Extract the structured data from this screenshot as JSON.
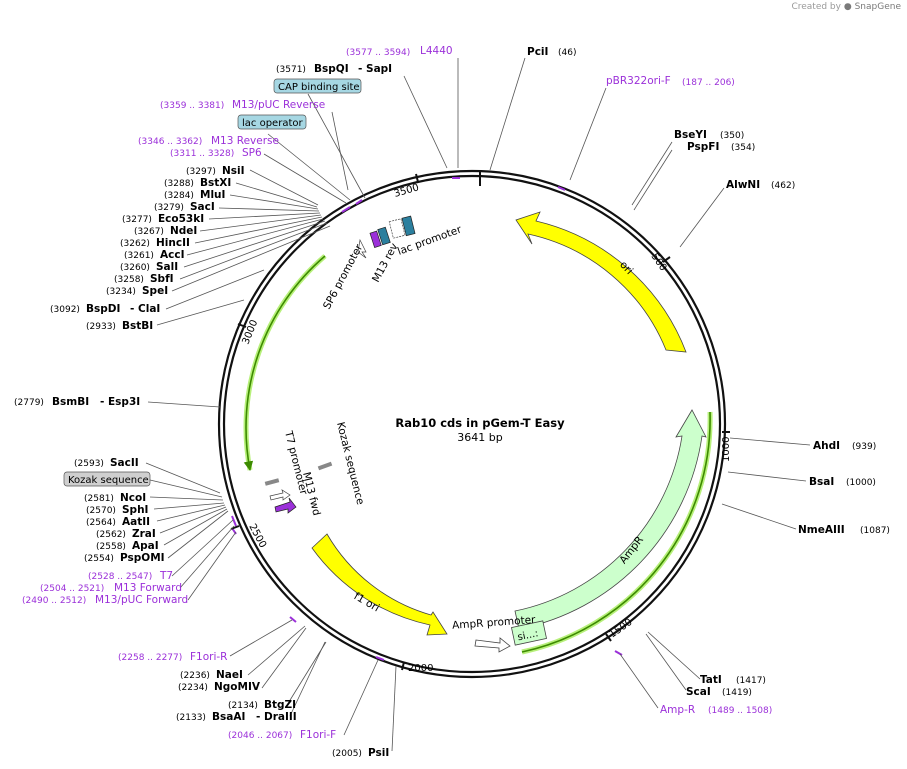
{
  "credit": {
    "prefix": "Created by",
    "brand": "SnapGene"
  },
  "plasmid": {
    "name": "Rab10 cds in pGem-T Easy",
    "length_label": "3641 bp",
    "length": 3641
  },
  "ticks": [
    "500",
    "1000",
    "1500",
    "2000",
    "2500",
    "3000",
    "3500"
  ],
  "sites": [
    {
      "name": "PciI",
      "pos": "(46)"
    },
    {
      "name": "BseYI",
      "pos": "(350)"
    },
    {
      "name": "PspFI",
      "pos": "(354)"
    },
    {
      "name": "AlwNI",
      "pos": "(462)"
    },
    {
      "name": "AhdI",
      "pos": "(939)"
    },
    {
      "name": "BsaI",
      "pos": "(1000)"
    },
    {
      "name": "NmeAIII",
      "pos": "(1087)"
    },
    {
      "name": "TatI",
      "pos": "(1417)"
    },
    {
      "name": "ScaI",
      "pos": "(1419)"
    },
    {
      "name": "PsiI",
      "pos": "(2005)"
    },
    {
      "name": "BsaAI",
      "name2": "- DraIII",
      "pos": "(2133)"
    },
    {
      "name": "BtgZI",
      "pos": "(2134)"
    },
    {
      "name": "NgoMIV",
      "pos": "(2234)"
    },
    {
      "name": "NaeI",
      "pos": "(2236)"
    },
    {
      "name": "PspOMI",
      "pos": "(2554)"
    },
    {
      "name": "ApaI",
      "pos": "(2558)"
    },
    {
      "name": "ZraI",
      "pos": "(2562)"
    },
    {
      "name": "AatII",
      "pos": "(2564)"
    },
    {
      "name": "SphI",
      "pos": "(2570)"
    },
    {
      "name": "NcoI",
      "pos": "(2581)"
    },
    {
      "name": "SacII",
      "pos": "(2593)"
    },
    {
      "name": "BsmBI",
      "name2": "- Esp3I",
      "pos": "(2779)"
    },
    {
      "name": "BstBI",
      "pos": "(2933)"
    },
    {
      "name": "BspDI",
      "name2": "- ClaI",
      "pos": "(3092)"
    },
    {
      "name": "SpeI",
      "pos": "(3234)"
    },
    {
      "name": "SbfI",
      "pos": "(3258)"
    },
    {
      "name": "SalI",
      "pos": "(3260)"
    },
    {
      "name": "AccI",
      "pos": "(3261)"
    },
    {
      "name": "HincII",
      "pos": "(3262)"
    },
    {
      "name": "NdeI",
      "pos": "(3267)"
    },
    {
      "name": "Eco53kI",
      "pos": "(3277)"
    },
    {
      "name": "SacI",
      "pos": "(3279)"
    },
    {
      "name": "MluI",
      "pos": "(3284)"
    },
    {
      "name": "BstXI",
      "pos": "(3288)"
    },
    {
      "name": "NsiI",
      "pos": "(3297)"
    },
    {
      "name": "BspQI",
      "name2": "- SapI",
      "pos": "(3571)"
    }
  ],
  "primers": [
    {
      "name": "L4440",
      "pos": "(3577 .. 3594)"
    },
    {
      "name": "pBR322ori-F",
      "pos": "(187 .. 206)"
    },
    {
      "name": "M13/pUC Reverse",
      "pos": "(3359 .. 3381)"
    },
    {
      "name": "M13 Reverse",
      "pos": "(3346 .. 3362)"
    },
    {
      "name": "SP6",
      "pos": "(3311 .. 3328)"
    },
    {
      "name": "T7",
      "pos": "(2528 .. 2547)"
    },
    {
      "name": "M13 Forward",
      "pos": "(2504 .. 2521)"
    },
    {
      "name": "M13/pUC Forward",
      "pos": "(2490 .. 2512)"
    },
    {
      "name": "F1ori-R",
      "pos": "(2258 .. 2277)"
    },
    {
      "name": "F1ori-F",
      "pos": "(2046 .. 2067)"
    },
    {
      "name": "Amp-R",
      "pos": "(1489 .. 1508)"
    }
  ],
  "boxed": [
    "CAP binding site",
    "lac operator",
    "Kozak sequence"
  ],
  "features": {
    "ori": "ori",
    "ampr": "AmpR",
    "f1ori": "f1 ori",
    "ampr_promoter": "AmpR promoter",
    "signal": "si...:",
    "lac_promoter": "lac promoter",
    "m13rev": "M13 rev",
    "sp6_promoter": "SP6 promoter",
    "kozak": "Kozak sequence",
    "t7_promoter": "T7 promoter",
    "m13fwd": "M13 fwd"
  },
  "colors": {
    "primer": "#9b30d9",
    "ori": "#ffff00",
    "ampr": "#ccffcc",
    "orf_line": "#3d8b00",
    "orf_glow": "#b7f07a",
    "box": "#a6d7e3",
    "box_gray": "#cfcfcf",
    "promoter": "#2b7f9e"
  }
}
